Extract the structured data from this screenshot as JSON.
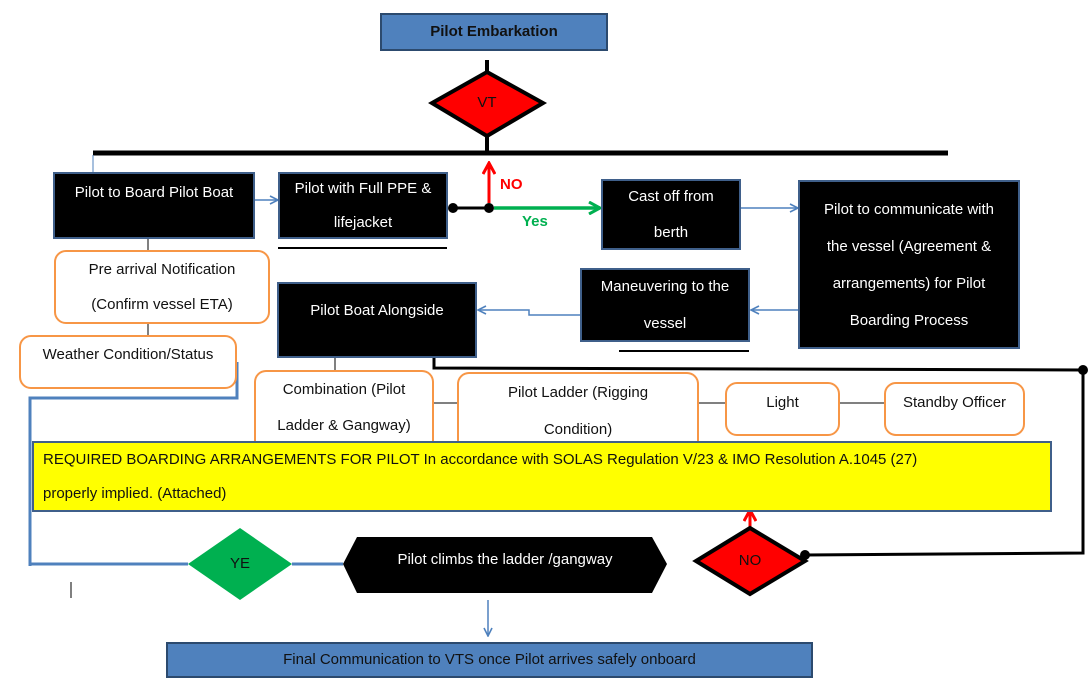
{
  "diagram": {
    "title": "Pilot Embarkation",
    "decisions": {
      "vt": "VT",
      "yes_diamond": "YE",
      "no_diamond": "NO"
    },
    "edge_labels": {
      "no": "NO",
      "yes": "Yes"
    },
    "steps": {
      "board_pilot_boat": "Pilot to Board Pilot Boat",
      "full_ppe_line1": "Pilot with Full PPE &",
      "full_ppe_line2": "lifejacket",
      "cast_off_line1": "Cast off from",
      "cast_off_line2": "berth",
      "communicate_line1": "Pilot to communicate with",
      "communicate_line2": "the vessel (Agreement &",
      "communicate_line3": "arrangements) for Pilot",
      "communicate_line4": "Boarding Process",
      "maneuvering_line1": "Maneuvering to the",
      "maneuvering_line2": "vessel",
      "alongside": "Pilot Boat Alongside",
      "climbs": "Pilot climbs the ladder /gangway",
      "final": "Final Communication to VTS once Pilot arrives safely onboard"
    },
    "checks": {
      "pre_arrival_line1": "Pre arrival Notification",
      "pre_arrival_line2": "(Confirm vessel ETA)",
      "weather": "Weather Condition/Status",
      "combination_line1": "Combination (Pilot",
      "combination_line2": "Ladder & Gangway)",
      "pilot_ladder_line1": "Pilot Ladder (Rigging",
      "pilot_ladder_line2": "Condition)",
      "light": "Light",
      "standby_officer": "Standby Officer"
    },
    "requirement_line1": "REQUIRED BOARDING ARRANGEMENTS FOR PILOT In accordance with SOLAS Regulation V/23 & IMO Resolution A.1045 (27)",
    "requirement_line2": "properly implied. (Attached)",
    "colors": {
      "decision_red": "#ff0000",
      "decision_green": "#00b050",
      "yes_green": "#00b050",
      "no_red": "#ff0000",
      "connector_blue": "#4f81bd",
      "check_orange": "#f79646",
      "requirement_yellow": "#ffff00",
      "header_blue": "#4f81bd"
    }
  }
}
